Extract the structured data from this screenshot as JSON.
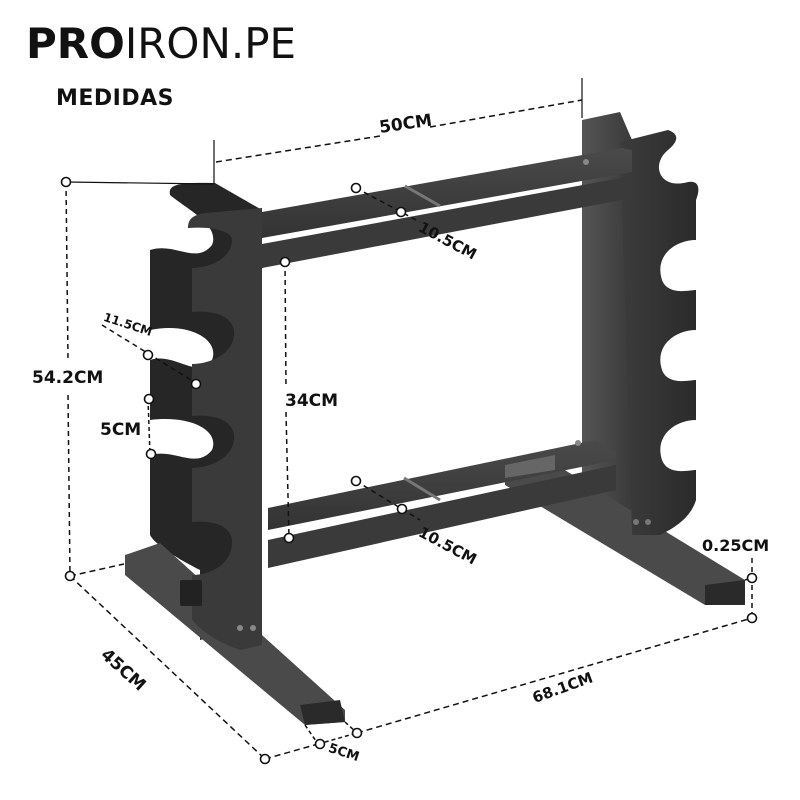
{
  "header": {
    "brand_part1": "PRO",
    "brand_part2": "IRON",
    "brand_part3": ".PE",
    "subtitle": "MEDIDAS"
  },
  "product": {
    "name": "dumbbell-rack-2-tier",
    "color": "#3a3a3a"
  },
  "dimensions": {
    "top_width": "50CM",
    "upper_shelf_depth": "10.5CM",
    "lower_shelf_depth": "10.5CM",
    "total_height": "54.2CM",
    "cradle_width": "11.5CM",
    "cradle_spacing": "5CM",
    "shelf_spacing": "34CM",
    "base_depth": "45CM",
    "foot_width": "5CM",
    "total_length": "68.1CM",
    "foot_height": "0.25CM"
  },
  "colors": {
    "metal_dark": "#2e2e2e",
    "metal_mid": "#474747",
    "metal_light": "#6a6a6a",
    "dim_line": "#111111"
  }
}
